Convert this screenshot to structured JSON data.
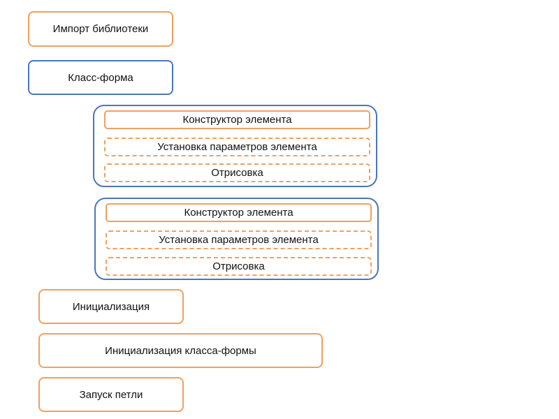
{
  "colors": {
    "orange": "#F0A060",
    "blue": "#4A76B8"
  },
  "blocks": {
    "import": "Импорт библиотеки",
    "form_class": "Класс-форма",
    "init": "Инициализация",
    "init_form_class": "Инициализация класса-формы",
    "run_loop": "Запуск петли"
  },
  "groups": [
    {
      "constructor": "Конструктор элемента",
      "params": "Установка параметров элемента",
      "draw": "Отрисовка"
    },
    {
      "constructor": "Конструктор элемента",
      "params": "Установка параметров элемента",
      "draw": "Отрисовка"
    }
  ]
}
